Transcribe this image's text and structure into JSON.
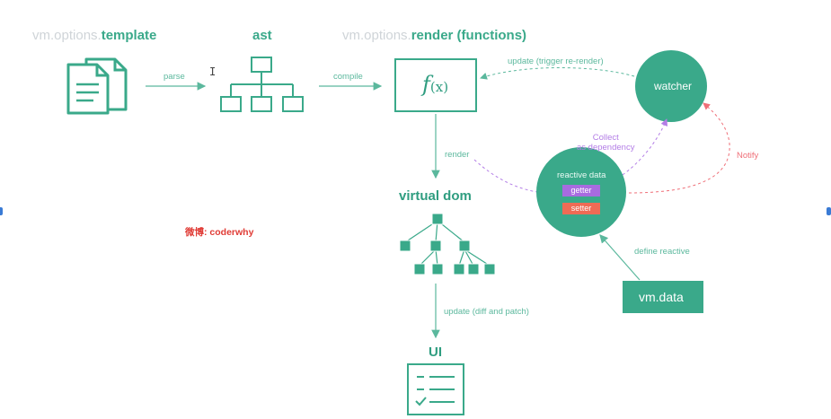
{
  "titles": {
    "template_prefix": "vm.options.",
    "template_strong": "template",
    "ast": "ast",
    "render_prefix": "vm.options.",
    "render_strong": "render (functions)"
  },
  "edges": {
    "parse": "parse",
    "compile": "compile",
    "render": "render",
    "update_trigger": "update (trigger re-render)",
    "update_diff": "update (diff and patch)",
    "define_reactive": "define reactive",
    "collect_line1": "Collect",
    "collect_line2": "as dependency",
    "notify": "Notify"
  },
  "nodes": {
    "fx_symbol": "f",
    "fx_arg": "(x)",
    "virtual_dom": "virtual dom",
    "ui": "UI",
    "watcher": "watcher",
    "reactive_data": "reactive data",
    "getter": "getter",
    "setter": "setter",
    "vm_data": "vm.data"
  },
  "watermark": "微博: coderwhy",
  "cursor_glyph": "I",
  "colors": {
    "accent": "#3aa98a",
    "light_title": "#cfd4d8",
    "getter": "#a86be0",
    "setter": "#ef6b55",
    "notify": "#ef6f78",
    "collect": "#b37de6",
    "watermark": "#e03b35"
  }
}
